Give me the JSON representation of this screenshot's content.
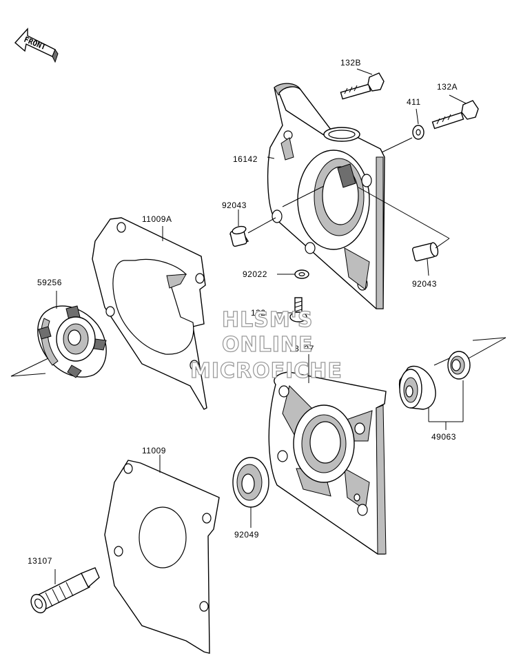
{
  "front_arrow": {
    "text": "FRONT"
  },
  "watermark": {
    "lines": [
      "HLSM'S",
      "ONLINE",
      "MICROFICHE"
    ]
  },
  "labels": {
    "p132B": "132B",
    "p132A": "132A",
    "p411": "411",
    "p16142": "16142",
    "p11009A": "11009A",
    "p92043_left": "92043",
    "p92043_right": "92043",
    "p59256": "59256",
    "p92022": "92022",
    "p132": "132",
    "p13227": "13227",
    "p49063": "49063",
    "p11009": "11009",
    "p92049": "92049",
    "p13107": "13107"
  }
}
